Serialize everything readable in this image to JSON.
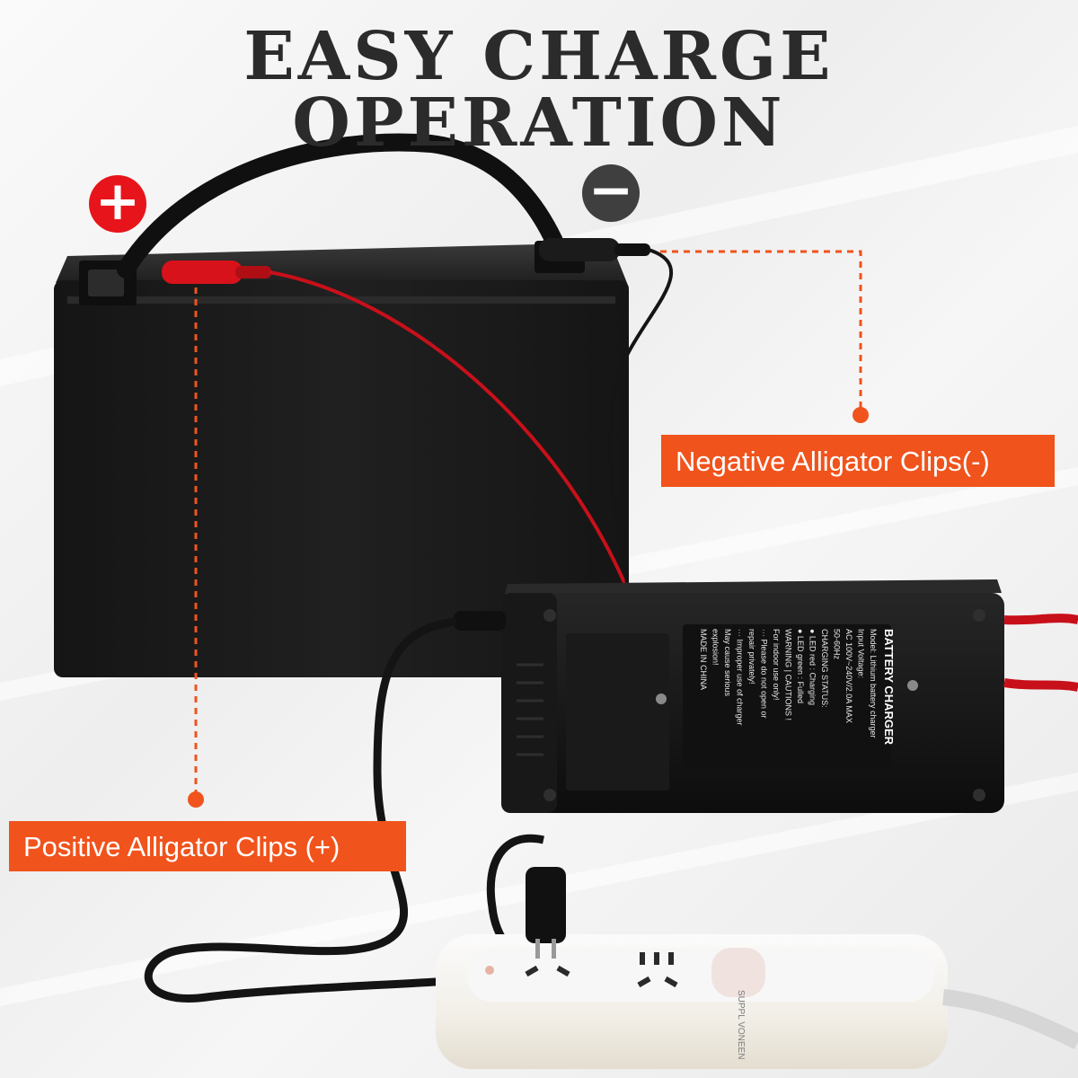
{
  "headline": "EASY CHARGE OPERATION",
  "labels": {
    "negative": "Negative Alligator Clips(-)",
    "positive": "Positive Alligator Clips (+)"
  },
  "badges": {
    "plus": "+",
    "minus": "−"
  },
  "charger_label": {
    "title": "BATTERY CHARGER",
    "lines": [
      "Model: Lithium battery charger",
      "Input Voltage:",
      "AC 100V~240V/2.0A MAX",
      "50-60Hz",
      "CHARGING STATUS:",
      "● LED red : Charging",
      "● LED green : Fulled",
      "WARNING | CAUTIONS !",
      "For indoor use only!",
      "··· Please do not open or",
      "repair privately!",
      "··· Improper use of charger",
      "May cause serious",
      "explosion!",
      "MADE IN CHINA"
    ]
  },
  "strip_brand": "SUPPL VONEEN",
  "colors": {
    "accent": "#f0531c",
    "positive": "#e8141b",
    "negative": "#3f3f3f",
    "battery": "#1a1a1a",
    "headline": "#2b2b2b"
  }
}
